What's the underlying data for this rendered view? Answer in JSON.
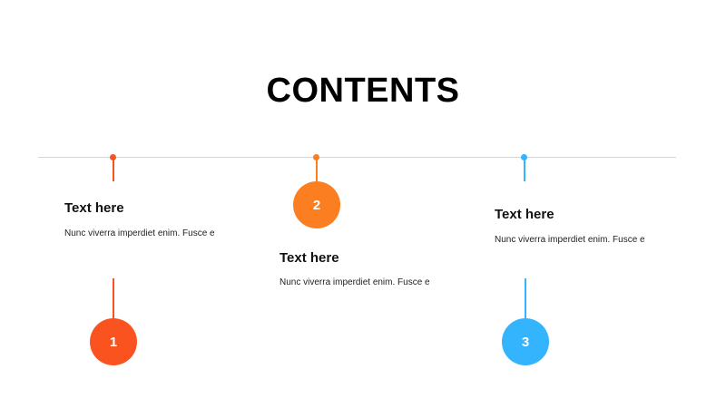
{
  "title": "CONTENTS",
  "colors": {
    "timeline": "#f6c9bd",
    "item1": "#fb531f",
    "item2": "#fb7f20",
    "item3": "#33b4fc"
  },
  "items": [
    {
      "number": "1",
      "heading": "Text here",
      "body": "Nunc viverra imperdiet enim. Fusce e"
    },
    {
      "number": "2",
      "heading": "Text here",
      "body": "Nunc viverra imperdiet enim. Fusce e"
    },
    {
      "number": "3",
      "heading": "Text here",
      "body": "Nunc viverra imperdiet enim. Fusce e"
    }
  ]
}
